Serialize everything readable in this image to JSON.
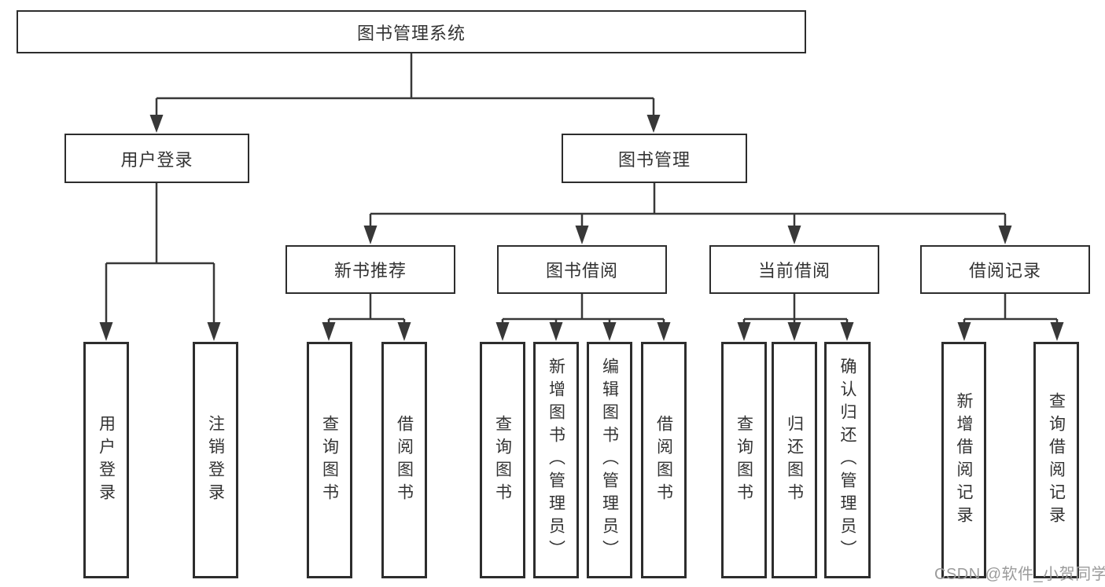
{
  "diagram_title": "图书管理系统",
  "tree": {
    "label": "图书管理系统",
    "children": [
      {
        "label": "用户登录",
        "children": [
          {
            "label": "用户登录"
          },
          {
            "label": "注销登录"
          }
        ]
      },
      {
        "label": "图书管理",
        "children": [
          {
            "label": "新书推荐",
            "children": [
              {
                "label": "查询图书"
              },
              {
                "label": "借阅图书"
              }
            ]
          },
          {
            "label": "图书借阅",
            "children": [
              {
                "label": "查询图书"
              },
              {
                "label": "新增图书（管理员）"
              },
              {
                "label": "编辑图书（管理员）"
              },
              {
                "label": "借阅图书"
              }
            ]
          },
          {
            "label": "当前借阅",
            "children": [
              {
                "label": "查询图书"
              },
              {
                "label": "归还图书"
              },
              {
                "label": "确认归还（管理员）"
              }
            ]
          },
          {
            "label": "借阅记录",
            "children": [
              {
                "label": "新增借阅记录"
              },
              {
                "label": "查询借阅记录"
              }
            ]
          }
        ]
      }
    ]
  },
  "watermark": {
    "text": "CSDN @软件_小贺同学"
  },
  "colors": {
    "background": "#ffffff",
    "line": "#383838",
    "box_border": "#2d2d2d",
    "text": "#333333",
    "watermark": "#9b9b9b"
  }
}
